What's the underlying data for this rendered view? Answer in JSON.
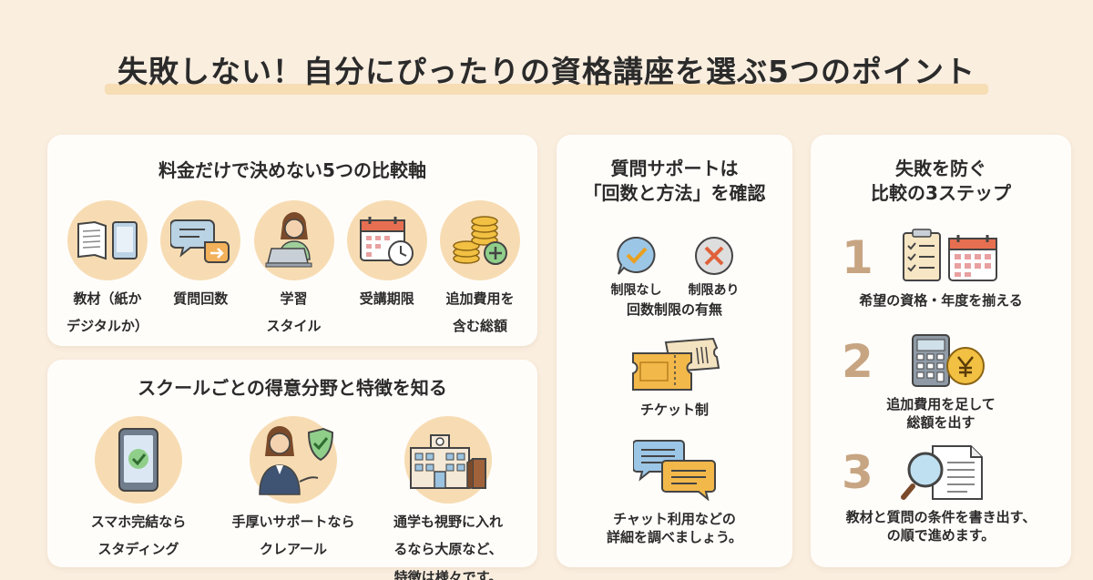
{
  "title": "失敗しない！自分にぴったりの資格講座を選ぶ5つのポイント",
  "card1": {
    "heading": "料金だけで決めない5つの比較軸",
    "items": [
      {
        "icon": "book-tablet-icon",
        "label_1": "教材（紙か",
        "label_2": "デジタルか）"
      },
      {
        "icon": "speech-bubble-icon",
        "label_1": "質問回数",
        "label_2": ""
      },
      {
        "icon": "student-laptop-icon",
        "label_1": "学習",
        "label_2": "スタイル"
      },
      {
        "icon": "calendar-clock-icon",
        "label_1": "受講期限",
        "label_2": ""
      },
      {
        "icon": "coins-plus-icon",
        "label_1": "追加費用を",
        "label_2": "含む総額"
      }
    ]
  },
  "card2": {
    "heading": "スクールごとの得意分野と特徴を知る",
    "items": [
      {
        "icon": "smartphone-check-icon",
        "label_1": "スマホ完結なら",
        "label_2": "スタディング",
        "label_3": ""
      },
      {
        "icon": "support-person-shield-icon",
        "label_1": "手厚いサポートなら",
        "label_2": "クレアール",
        "label_3": ""
      },
      {
        "icon": "school-building-icon",
        "label_1": "通学も視野に入れ",
        "label_2": "るなら大原など、",
        "label_3": "特徴は様々です。"
      }
    ]
  },
  "card3": {
    "heading_1": "質問サポートは",
    "heading_2": "「回数と方法」を確認",
    "no_limit": "制限なし",
    "limited": "制限あり",
    "limit_caption": "回数制限の有無",
    "ticket": "チケット制",
    "chat_1": "チャット利用などの",
    "chat_2": "詳細を調べましょう。"
  },
  "card4": {
    "heading_1": "失敗を防ぐ",
    "heading_2": "比較の3ステップ",
    "steps": [
      {
        "num": "1",
        "icon": "checklist-calendar-icon",
        "text_1": "希望の資格・年度を揃える",
        "text_2": ""
      },
      {
        "num": "2",
        "icon": "calculator-yen-icon",
        "text_1": "追加費用を足して",
        "text_2": "総額を出す"
      },
      {
        "num": "3",
        "icon": "magnifier-document-icon",
        "text_1": "教材と質問の条件を書き出す、",
        "text_2": "の順で進めます。"
      }
    ]
  },
  "colors": {
    "background": "#faeedf",
    "card": "#fffdfa",
    "circle": "#f7dcb3",
    "accent": "#e9a64a",
    "step_number": "#c7a582"
  }
}
